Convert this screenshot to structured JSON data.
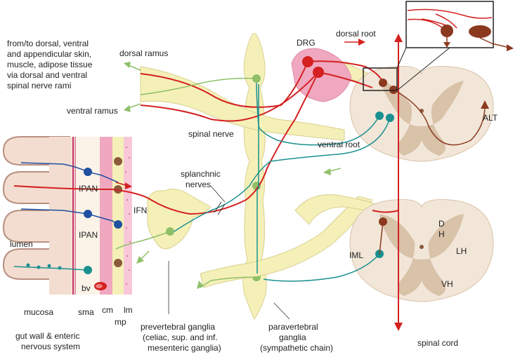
{
  "labels": {
    "top_left_note": [
      "from/to dorsal, ventral",
      "and appendicular skin,",
      "muscle, adipose tissue",
      "via dorsal and ventral",
      "spinal nerve rami"
    ],
    "dorsal_ramus": "dorsal ramus",
    "ventral_ramus": "ventral ramus",
    "drg": "DRG",
    "dorsal_root": "dorsal root",
    "ventral_root": "ventral root",
    "spinal_nerve": "spinal nerve",
    "splanchnic": [
      "splanchnic",
      "nerves"
    ],
    "alt": "ALT",
    "ipan_upper": "IPAN",
    "ipan_lower": "IPAN",
    "ifn": "IFN",
    "lumen": "lumen",
    "bv": "bv",
    "mucosa": "mucosa",
    "sma": "sma",
    "cm": "cm",
    "lm": "lm",
    "mp": "mp",
    "gut_wall": [
      "gut wall & enteric",
      "nervous system"
    ],
    "prevertebral": [
      "prevertebral ganglia",
      "(celiac, sup. and inf.",
      "mesenteric ganglia)"
    ],
    "paravertebral": [
      "paravertebral",
      "ganglia",
      "(sympathetic chain)"
    ],
    "iml": "IML",
    "dh": [
      "D",
      "H"
    ],
    "lh": "LH",
    "vh": "VH",
    "spinal_cord": "spinal cord"
  },
  "colors": {
    "sensory": "#d42020",
    "motor": "#1a9090",
    "afferent_blue": "#2050a0",
    "ganglion": "#f5f0b8",
    "cord_outer": "#f2e6d8",
    "grey_matter": "#d8c2a8",
    "drg_pink": "#f0a8c0",
    "gut": "#ddb8a8",
    "muscle": "#f0a8c0"
  }
}
